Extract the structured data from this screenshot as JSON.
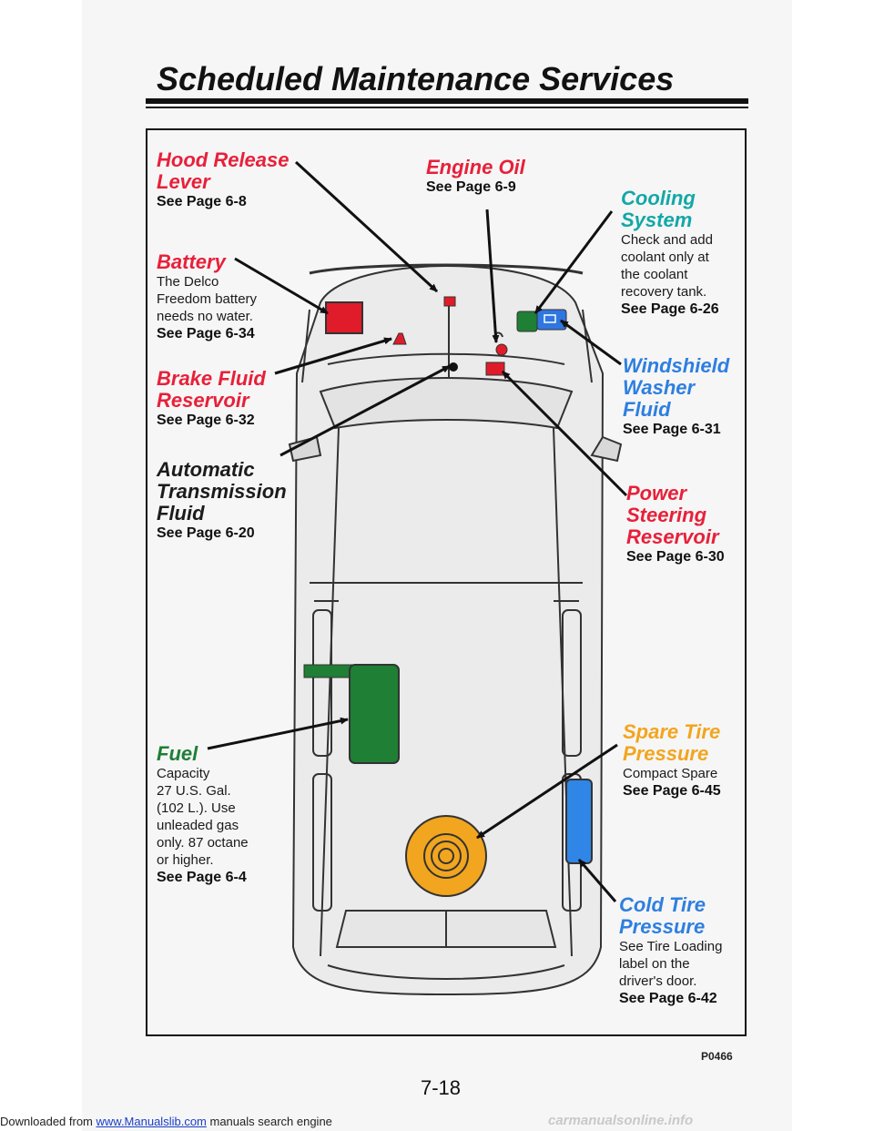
{
  "page": {
    "title": "Scheduled Maintenance Services",
    "page_number": "7-18",
    "art_code": "P0466"
  },
  "footer": {
    "prefix": "Downloaded from ",
    "link": "www.Manualslib.com",
    "suffix": " manuals search engine",
    "watermark": "carmanualsonline.info"
  },
  "labels": {
    "hood_release": {
      "title": "Hood Release\nLever",
      "see": "See Page 6-8"
    },
    "engine_oil": {
      "title": "Engine Oil",
      "see": "See Page 6-9"
    },
    "cooling": {
      "title": "Cooling\nSystem",
      "desc": "Check and add\ncoolant only at\nthe coolant\nrecovery tank.",
      "see": "See Page 6-26"
    },
    "battery": {
      "title": "Battery",
      "desc": "The Delco\nFreedom battery\nneeds no water.",
      "see": "See Page 6-34"
    },
    "brake_fluid": {
      "title": "Brake Fluid\nReservoir",
      "see": "See Page 6-32"
    },
    "washer": {
      "title": "Windshield\nWasher\nFluid",
      "see": "See Page 6-31"
    },
    "transmission": {
      "title": "Automatic\nTransmission\nFluid",
      "see": "See Page 6-20"
    },
    "power_steering": {
      "title": "Power\nSteering\nReservoir",
      "see": "See Page 6-30"
    },
    "spare_tire": {
      "title": "Spare Tire\nPressure",
      "desc": "Compact Spare",
      "see": "See Page 6-45"
    },
    "fuel": {
      "title": "Fuel",
      "desc": "Capacity\n27 U.S. Gal.\n(102 L.). Use\nunleaded gas\nonly. 87 octane\nor higher.",
      "see": "See Page 6-4"
    },
    "cold_tire": {
      "title": "Cold Tire\nPressure",
      "desc": "See Tire Loading\nlabel on the\ndriver's door.",
      "see": "See Page 6-42"
    }
  },
  "colors": {
    "red_heading": "#e8203a",
    "blue_heading": "#2e7fe0",
    "battery_fill": "#e01c2a",
    "fuel_tank": "#1e7f35",
    "washer_tank": "#2f76e0",
    "spare_tire": "#f2a51e",
    "cold_tire": "#2f86e6"
  }
}
